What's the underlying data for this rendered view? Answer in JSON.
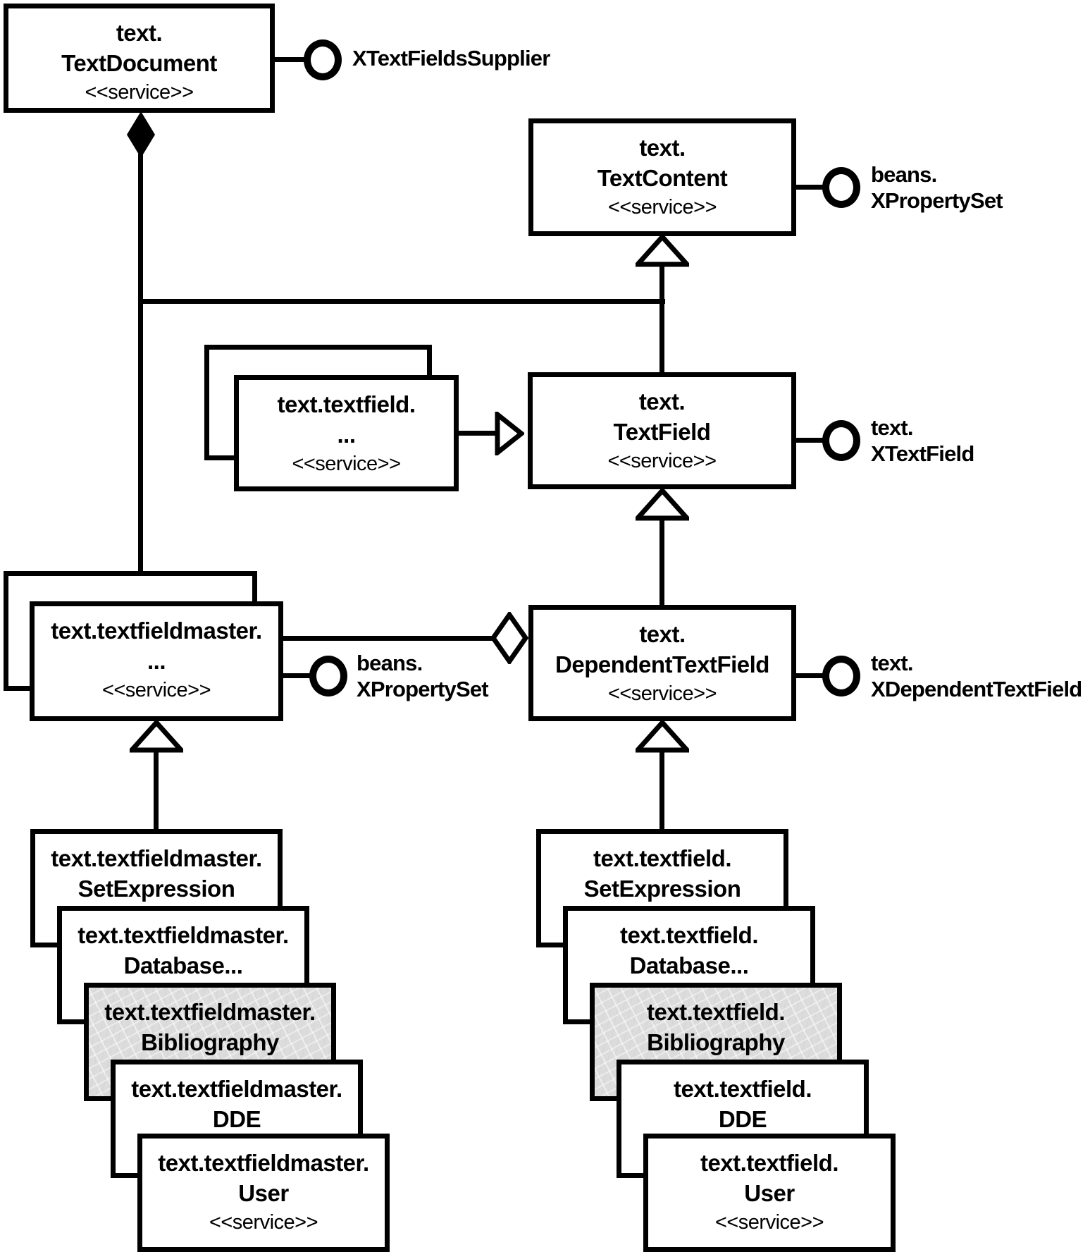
{
  "nodes": {
    "text_document": {
      "line1": "text.",
      "line2": "TextDocument",
      "stereotype": "<<service>>"
    },
    "text_content": {
      "line1": "text.",
      "line2": "TextContent",
      "stereotype": "<<service>>"
    },
    "textfield_group": {
      "line1": "text.textfield.",
      "line2": "...",
      "stereotype": "<<service>>"
    },
    "text_field": {
      "line1": "text.",
      "line2": "TextField",
      "stereotype": "<<service>>"
    },
    "textfieldmaster_group": {
      "line1": "text.textfieldmaster.",
      "line2": "...",
      "stereotype": "<<service>>"
    },
    "dependent_text_field": {
      "line1": "text.",
      "line2": "DependentTextField",
      "stereotype": "<<service>>"
    }
  },
  "interfaces": {
    "x_text_fields_supplier": {
      "line1": "XTextFieldsSupplier"
    },
    "content_x_property_set": {
      "line1": "beans.",
      "line2": "XPropertySet"
    },
    "x_text_field": {
      "line1": "text.",
      "line2": "XTextField"
    },
    "master_x_property_set": {
      "line1": "beans.",
      "line2": "XPropertySet"
    },
    "x_dependent_text_field": {
      "line1": "text.",
      "line2": "XDependentTextField"
    }
  },
  "master_stack": [
    {
      "line1": "text.textfieldmaster.",
      "line2": "SetExpression"
    },
    {
      "line1": "text.textfieldmaster.",
      "line2": "Database..."
    },
    {
      "line1": "text.textfieldmaster.",
      "line2": "Bibliography",
      "highlight": true
    },
    {
      "line1": "text.textfieldmaster.",
      "line2": "DDE"
    },
    {
      "line1": "text.textfieldmaster.",
      "line2": "User",
      "stereotype": "<<service>>"
    }
  ],
  "field_stack": [
    {
      "line1": "text.textfield.",
      "line2": "SetExpression"
    },
    {
      "line1": "text.textfield.",
      "line2": "Database..."
    },
    {
      "line1": "text.textfield.",
      "line2": "Bibliography",
      "highlight": true
    },
    {
      "line1": "text.textfield.",
      "line2": "DDE"
    },
    {
      "line1": "text.textfield.",
      "line2": "User",
      "stereotype": "<<service>>"
    }
  ],
  "colors": {
    "line": "#000000",
    "box_fill": "#ffffff",
    "bibliography_fill": "#dcdcdc",
    "text": "#000000"
  }
}
